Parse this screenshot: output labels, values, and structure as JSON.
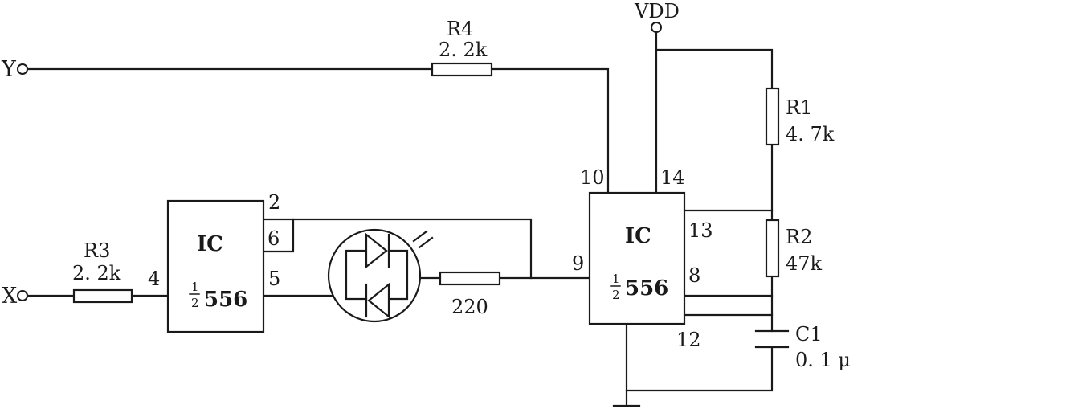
{
  "terminals": {
    "y": "Y",
    "x": "X",
    "vdd": "VDD"
  },
  "resistors": {
    "r1": {
      "name": "R1",
      "value": "4. 7k"
    },
    "r2": {
      "name": "R2",
      "value": "47k"
    },
    "r3": {
      "name": "R3",
      "value": "2. 2k"
    },
    "r4": {
      "name": "R4",
      "value": "2. 2k"
    },
    "r5": {
      "value": "220"
    }
  },
  "capacitor": {
    "name": "C1",
    "value": "0. 1 μ"
  },
  "ic_left": {
    "name": "IC",
    "frac_num": "1",
    "frac_den": "2",
    "part": "556",
    "pins": {
      "p2": "2",
      "p6": "6",
      "p5": "5",
      "p4": "4"
    }
  },
  "ic_right": {
    "name": "IC",
    "frac_num": "1",
    "frac_den": "2",
    "part": "556",
    "pins": {
      "p10": "10",
      "p14": "14",
      "p13": "13",
      "p9": "9",
      "p8": "8",
      "p12": "12"
    }
  }
}
